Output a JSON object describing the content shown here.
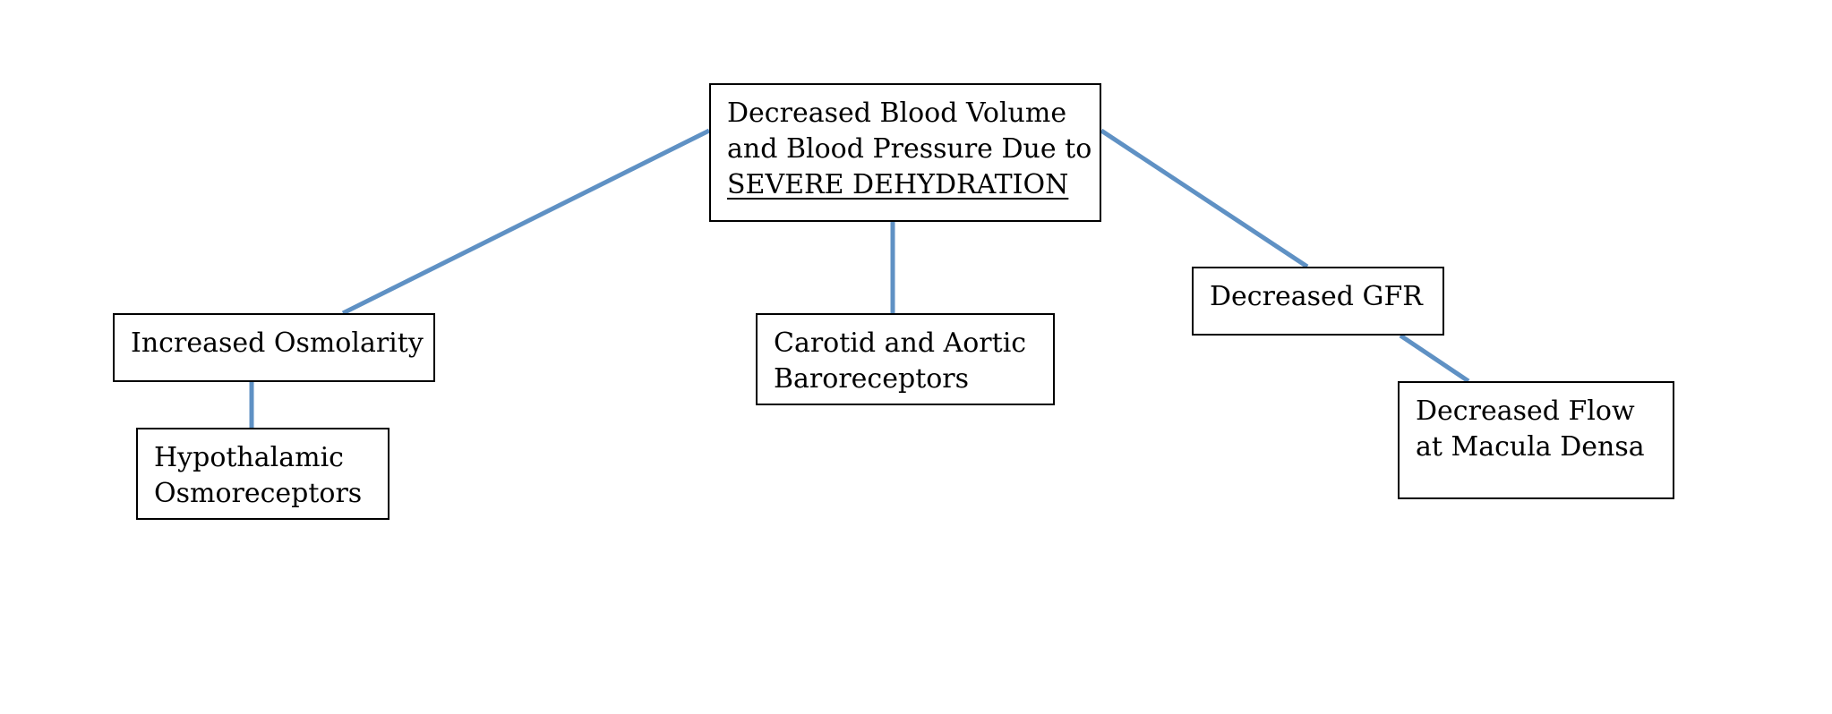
{
  "diagram": {
    "connector_color": "#5f91c4",
    "border_color": "#000000",
    "nodes": {
      "root": {
        "line1": "Decreased Blood Volume",
        "line2": "and Blood Pressure Due to",
        "line3": "SEVERE DEHYDRATION"
      },
      "osmolarity": {
        "line1": "Increased Osmolarity"
      },
      "hypothalamic": {
        "line1": "Hypothalamic",
        "line2": "Osmoreceptors"
      },
      "baroreceptors": {
        "line1": "Carotid and Aortic",
        "line2": "Baroreceptors"
      },
      "gfr": {
        "line1": "Decreased GFR"
      },
      "macula": {
        "line1": "Decreased Flow",
        "line2": "at Macula Densa"
      }
    },
    "edges": [
      {
        "from": "root",
        "to": "osmolarity"
      },
      {
        "from": "root",
        "to": "baroreceptors"
      },
      {
        "from": "root",
        "to": "gfr"
      },
      {
        "from": "osmolarity",
        "to": "hypothalamic"
      },
      {
        "from": "gfr",
        "to": "macula"
      }
    ]
  }
}
